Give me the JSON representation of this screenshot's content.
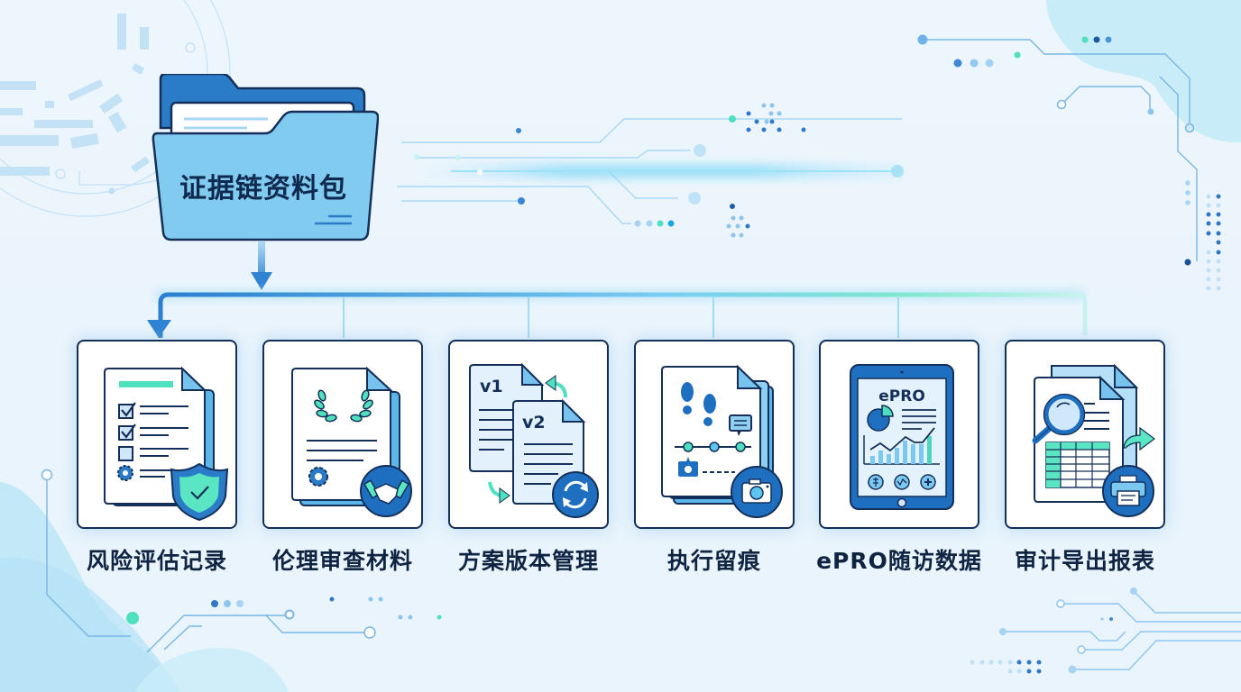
{
  "diagram": {
    "root": {
      "label": "证据链资料包",
      "icon": "folder-icon"
    },
    "children": [
      {
        "label": "风险评估记录",
        "icon": "checklist-document-shield-icon"
      },
      {
        "label": "伦理审查材料",
        "icon": "certificate-handshake-icon"
      },
      {
        "label": "方案版本管理",
        "icon": "version-documents-sync-icon"
      },
      {
        "label": "执行留痕",
        "icon": "footprints-timeline-camera-icon"
      },
      {
        "label": "ePRO随访数据",
        "icon": "tablet-epro-chart-icon",
        "screen_title": "ePRO"
      },
      {
        "label": "审计导出报表",
        "icon": "magnifier-spreadsheet-printer-icon"
      }
    ],
    "version_labels": [
      "v1",
      "v2"
    ]
  },
  "colors": {
    "background": "#eaf4fc",
    "navy_outline": "#14305a",
    "primary_blue": "#1e6fc0",
    "light_blue": "#7cc8f0",
    "mint_accent": "#4fe0bf",
    "text_dark": "#0f2443"
  }
}
